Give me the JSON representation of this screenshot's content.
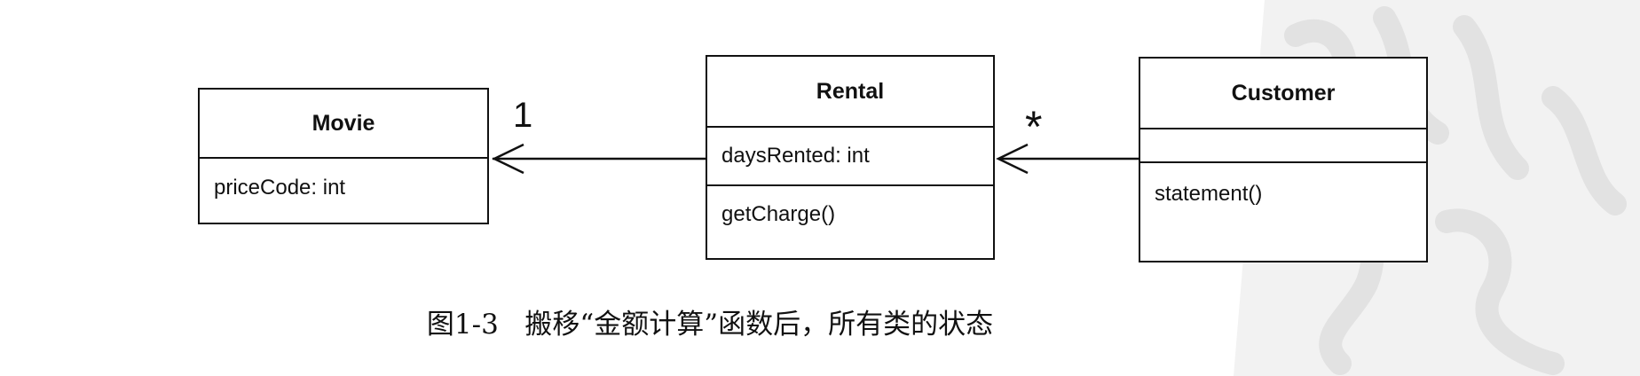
{
  "classes": {
    "movie": {
      "name": "Movie",
      "attribute": "priceCode: int"
    },
    "rental": {
      "name": "Rental",
      "attribute": "daysRented: int",
      "operation": "getCharge()"
    },
    "customer": {
      "name": "Customer",
      "operation": "statement()"
    }
  },
  "associations": {
    "rental_movie_multiplicity": "1",
    "customer_rental_multiplicity": "*"
  },
  "caption": "图1-3   搬移“金额计算”函数后，所有类的状态"
}
